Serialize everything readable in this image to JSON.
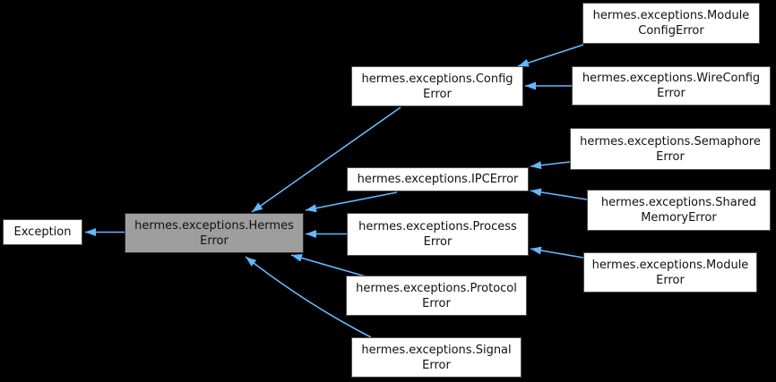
{
  "diagram": {
    "type": "class-inheritance-graph",
    "background_color": "#000000",
    "arrow_color": "#63b8ff",
    "node_fill_color": "#ffffff",
    "node_border_color": "#4d4d4d",
    "highlighted_node_fill_color": "#9e9e9e",
    "nodes": [
      {
        "id": "exception",
        "label": "Exception",
        "highlighted": false
      },
      {
        "id": "hermes",
        "label": "hermes.exceptions.Hermes\nError",
        "highlighted": true
      },
      {
        "id": "config",
        "label": "hermes.exceptions.Config\nError",
        "highlighted": false
      },
      {
        "id": "moduleconfig",
        "label": "hermes.exceptions.Module\nConfigError",
        "highlighted": false
      },
      {
        "id": "wireconfig",
        "label": "hermes.exceptions.WireConfig\nError",
        "highlighted": false
      },
      {
        "id": "semaphore",
        "label": "hermes.exceptions.Semaphore\nError",
        "highlighted": false
      },
      {
        "id": "ipc",
        "label": "hermes.exceptions.IPCError",
        "highlighted": false
      },
      {
        "id": "sharedmemory",
        "label": "hermes.exceptions.Shared\nMemoryError",
        "highlighted": false
      },
      {
        "id": "process",
        "label": "hermes.exceptions.Process\nError",
        "highlighted": false
      },
      {
        "id": "module",
        "label": "hermes.exceptions.Module\nError",
        "highlighted": false
      },
      {
        "id": "protocol",
        "label": "hermes.exceptions.Protocol\nError",
        "highlighted": false
      },
      {
        "id": "signal",
        "label": "hermes.exceptions.Signal\nError",
        "highlighted": false
      }
    ],
    "edges": [
      {
        "from": "hermes",
        "to": "exception"
      },
      {
        "from": "config",
        "to": "hermes"
      },
      {
        "from": "moduleconfig",
        "to": "config"
      },
      {
        "from": "wireconfig",
        "to": "config"
      },
      {
        "from": "ipc",
        "to": "hermes"
      },
      {
        "from": "semaphore",
        "to": "ipc"
      },
      {
        "from": "sharedmemory",
        "to": "ipc"
      },
      {
        "from": "process",
        "to": "hermes"
      },
      {
        "from": "module",
        "to": "process"
      },
      {
        "from": "protocol",
        "to": "hermes"
      },
      {
        "from": "signal",
        "to": "hermes"
      }
    ]
  }
}
